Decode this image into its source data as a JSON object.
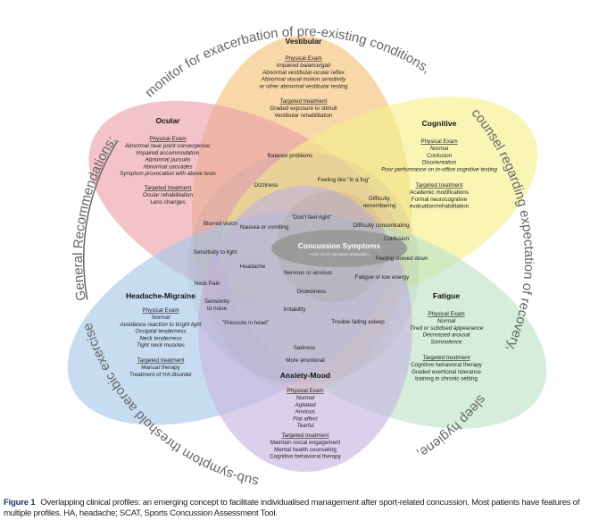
{
  "outer_text": {
    "sub_symptom": "sub-symptom threshold aerobic exercise",
    "general": "General Recommendations:",
    "monitor": "monitor for exacerbation of pre-existing conditions,",
    "counsel": "counsel regarding expectation of recovery,",
    "sleep": "sleep hygiene,"
  },
  "center": {
    "title": "Concussion Symptoms",
    "subtitle": "From SCAT Symptom Evaluation"
  },
  "colors": {
    "vestibular": "#f6c98c",
    "ocular": "#eba3ab",
    "cognitive": "#f6f08e",
    "headache": "#a9c9e9",
    "fatigue": "#bfe4c6",
    "anxiety": "#c8b7e0",
    "center": "#9b9b9b"
  },
  "profiles": [
    {
      "id": "vestibular",
      "title": "Vestibular",
      "exam_label": "Physical Exam",
      "exam_items": [
        "Impaired balance/gait",
        "Abnormal vestibular-ocular reflex",
        "Abnormal visual motion sensitivity",
        "or other  abnormal vestibular testing"
      ],
      "treatment_label": "Targeted treatment",
      "treatment_items": [
        "Graded exposure to stimuli",
        "Vestibular rehabilitation"
      ]
    },
    {
      "id": "ocular",
      "title": "Ocular",
      "exam_label": "Physical Exam",
      "exam_items": [
        "Abnormal near point convergence;",
        "Impaired accommodation",
        "Abnormal pursuits",
        "Abnormal saccades",
        "Symptom provocation with above tests"
      ],
      "treatment_label": "Targeted treatment",
      "treatment_items": [
        "Ocular rehabilitation",
        "Lens changes"
      ]
    },
    {
      "id": "cognitive",
      "title": "Cognitive",
      "exam_label": "Physical Exam",
      "exam_items": [
        "Normal",
        "Confusion",
        "Disorientation",
        "Poor performance on in-office cognitive testing"
      ],
      "treatment_label": "Targeted treatment",
      "treatment_items": [
        "Academic modifications",
        "Formal neurocognitive",
        "evaluation/rehabilitation"
      ]
    },
    {
      "id": "headache",
      "title": "Headache-Migraine",
      "exam_label": "Physical Exam",
      "exam_items": [
        "Normal",
        "Avoidance reaction to bright light",
        "Occipital tenderness",
        "Neck tenderness",
        "Tight neck muscles"
      ],
      "treatment_label": "Targeted treatment",
      "treatment_items": [
        "Manual therapy",
        "Treatment of HA disorder"
      ]
    },
    {
      "id": "fatigue",
      "title": "Fatigue",
      "exam_label": "Physical Exam",
      "exam_items": [
        "Normal",
        "Tired or subdued appearance",
        "Decreased arousal",
        "Somnolence"
      ],
      "treatment_label": "Targeted treatment",
      "treatment_items": [
        "Cognitive behavioral therapy",
        "Graded exertional tolerance",
        "training in chronic setting"
      ]
    },
    {
      "id": "anxiety",
      "title": "Anxiety-Mood",
      "exam_label": "Physical Exam",
      "exam_items": [
        "Normal",
        "Agitated",
        "Anxious",
        "Flat affect",
        "Tearful"
      ],
      "treatment_label": "Targeted treatment",
      "treatment_items": [
        "Maintain social engagement",
        "Mental health counseling",
        "Cognitive behavioral therapy"
      ]
    }
  ],
  "symptoms": [
    [
      "Balance problems"
    ],
    [
      "Dizziness"
    ],
    [
      "Feeling like \"in a fog\""
    ],
    [
      "Difficulty",
      "remembering"
    ],
    [
      "Blurred vision"
    ],
    [
      "Nausea or vomiting"
    ],
    [
      "\"Don't feel right\""
    ],
    [
      "Difficulty concentrating"
    ],
    [
      "Confusion"
    ],
    [
      "Feeling slowed down"
    ],
    [
      "Fatigue or low energy"
    ],
    [
      "Sensitivity to light"
    ],
    [
      "Headache"
    ],
    [
      "Nervous or anxious"
    ],
    [
      "Neck Pain"
    ],
    [
      "Drowsiness"
    ],
    [
      "Sensitivity",
      "to noise"
    ],
    [
      "Irritability"
    ],
    [
      "\"Pressure in head\""
    ],
    [
      "Trouble falling asleep"
    ],
    [
      "Sadness"
    ],
    [
      "More emotional"
    ]
  ],
  "caption": {
    "label": "Figure 1",
    "text": "Overlapping clinical profiles: an emerging concept to facilitate individualised management after sport-related concussion. Most patients have features of multiple profiles. HA, headache; SCAT, Sports Concussion Assessment Tool."
  }
}
